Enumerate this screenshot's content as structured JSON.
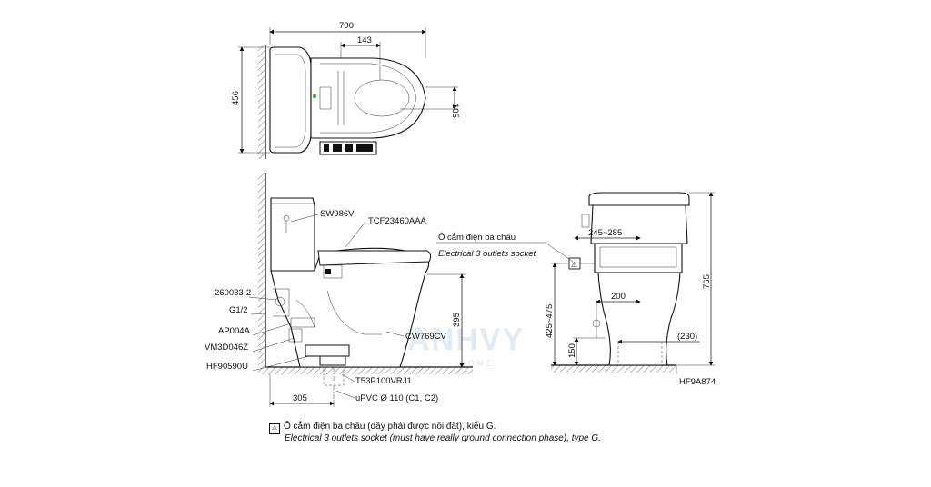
{
  "top_view": {
    "dims": {
      "width": "700",
      "seat": "143",
      "depth": "456",
      "offset": "105"
    }
  },
  "side_view": {
    "parts": {
      "valve": "SW986V",
      "seat": "TCF23460AAA",
      "fitting1": "260033-2",
      "thread": "G1/2",
      "ap": "AP004A",
      "vm": "VM3D046Z",
      "hf": "HF90590U",
      "bowl": "CW769CV",
      "flange": "T53P100VRJ1",
      "pipe": "uPVC Ø 110 (C1, C2)"
    },
    "dims": {
      "height": "395",
      "rough": "305"
    }
  },
  "front_view": {
    "socket_vi": "Ô cắm điện ba chấu",
    "socket_en": "Electrical 3 outlets socket",
    "dims": {
      "range1": "245~285",
      "overall": "765",
      "range2": "425~475",
      "d200": "200",
      "d150": "150",
      "d230": "(230)"
    },
    "part": "HF9A874"
  },
  "watermark": {
    "brand": "KHANHVY",
    "sub": "HOME"
  },
  "notes": {
    "icon": "⚠",
    "vi": "Ô cắm điện ba chấu (dây phải được nối đất), kiểu G.",
    "en": "Electrical 3 outlets socket (must have really ground connection phase), type G."
  }
}
